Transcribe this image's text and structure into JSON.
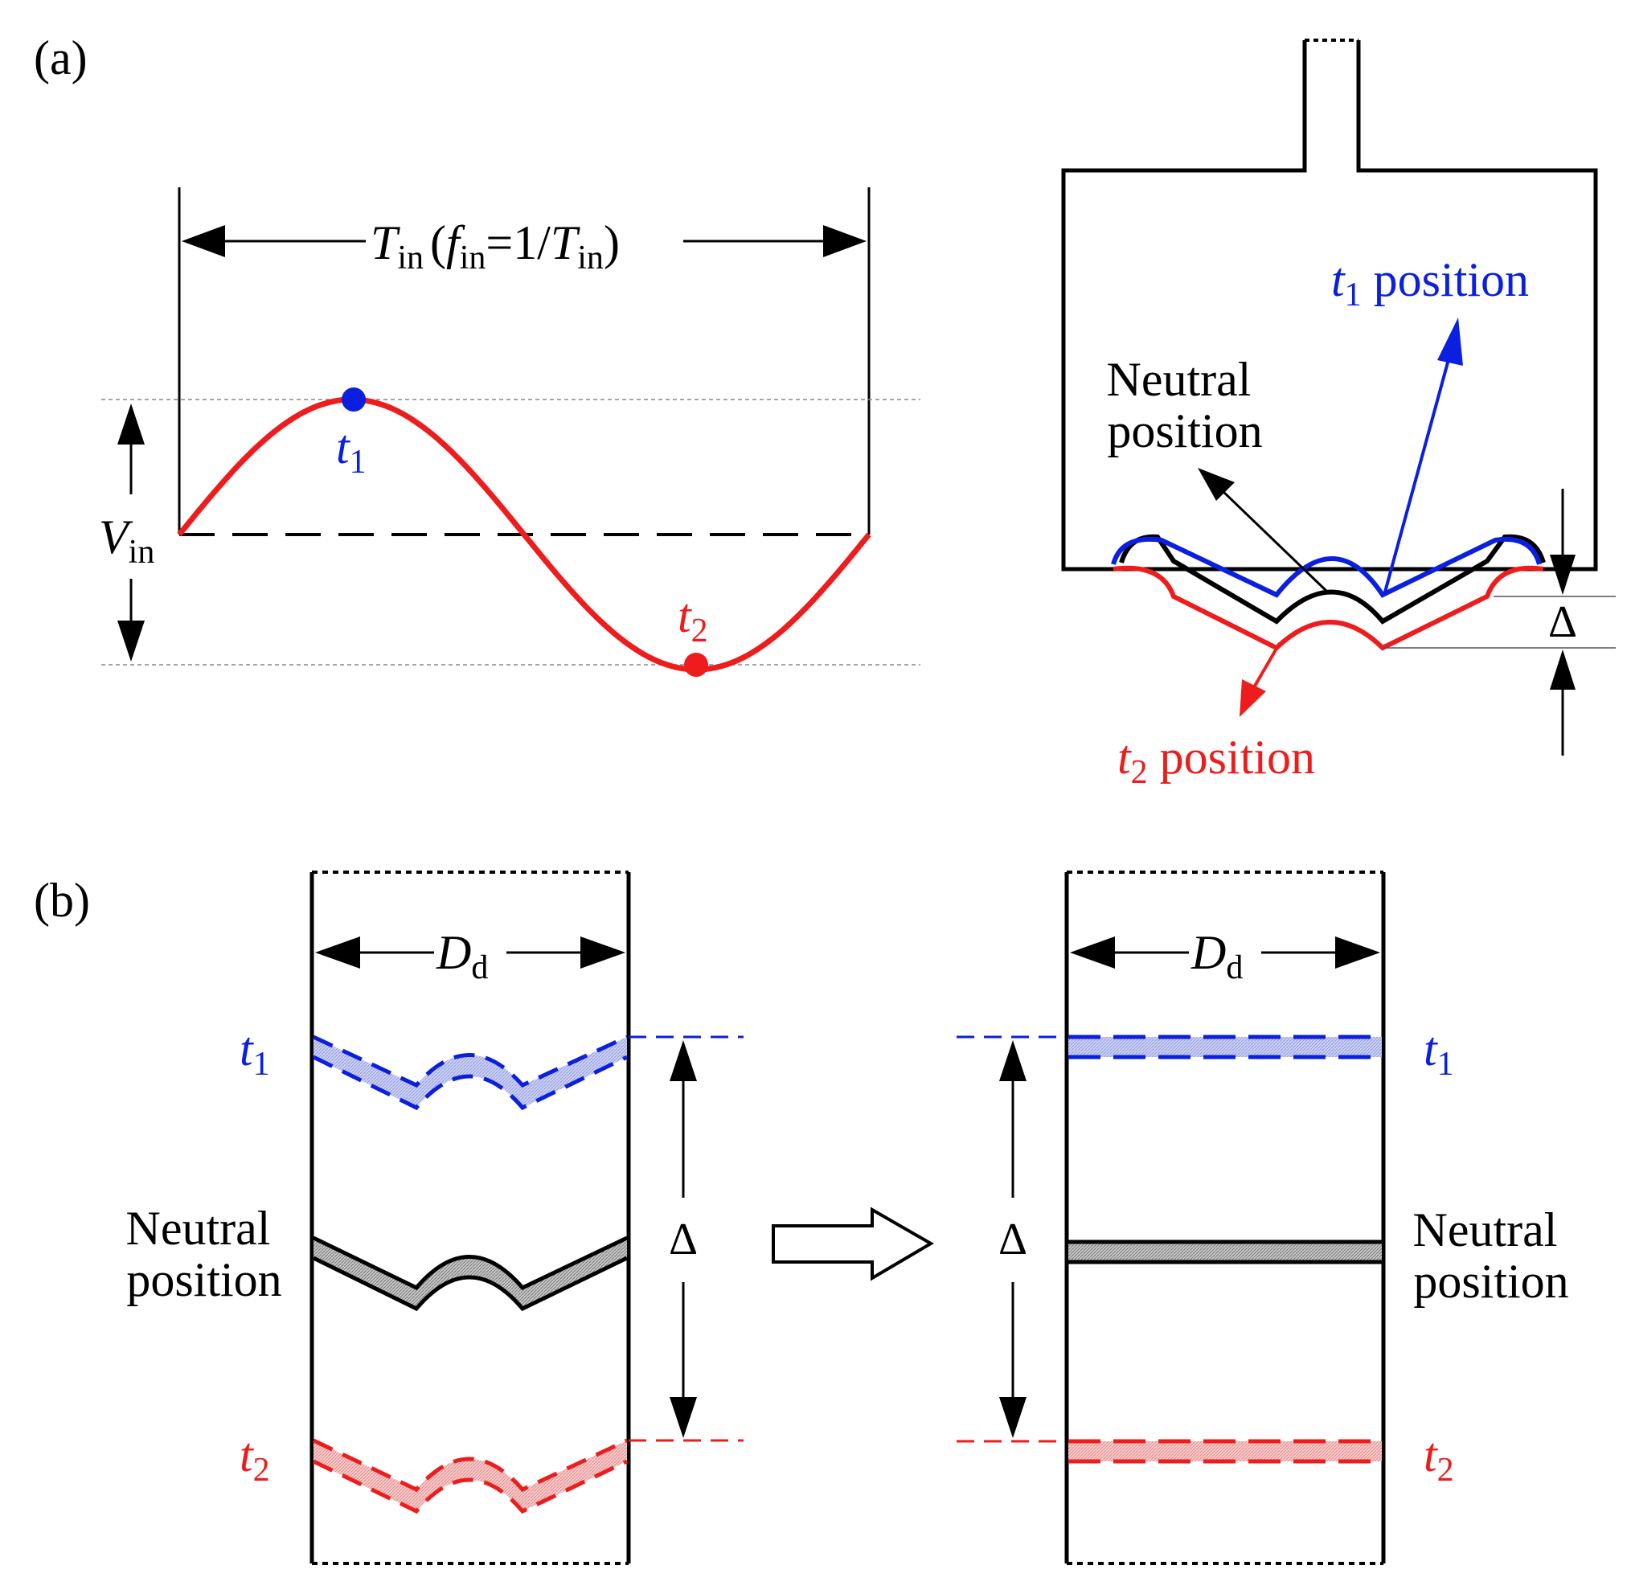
{
  "panel_a": {
    "label": "(a)",
    "period": {
      "symbol": "T",
      "sub": "in",
      "open": "(",
      "f": "f",
      "f_sub": "in",
      "eq": "=1/",
      "T": "T",
      "T_sub": "in",
      "close": ")"
    },
    "amplitude": {
      "symbol": "V",
      "sub": "in"
    },
    "t1": {
      "symbol": "t",
      "sub": "1"
    },
    "t2": {
      "symbol": "t",
      "sub": "2"
    },
    "neutral_label": [
      "Neutral",
      "position"
    ],
    "t1_position": {
      "symbol": "t",
      "sub": "1",
      "text": " position"
    },
    "t2_position": {
      "symbol": "t",
      "sub": "2",
      "text": " position"
    },
    "delta": "Δ"
  },
  "panel_b": {
    "label": "(b)",
    "diameter": {
      "symbol": "D",
      "sub": "d"
    },
    "t1": {
      "symbol": "t",
      "sub": "1"
    },
    "t2": {
      "symbol": "t",
      "sub": "2"
    },
    "neutral_label": [
      "Neutral",
      "position"
    ],
    "delta": "Δ"
  },
  "colors": {
    "t1": "#0a1fe0",
    "t2": "#ee1c1c",
    "neutral": "#000000"
  }
}
